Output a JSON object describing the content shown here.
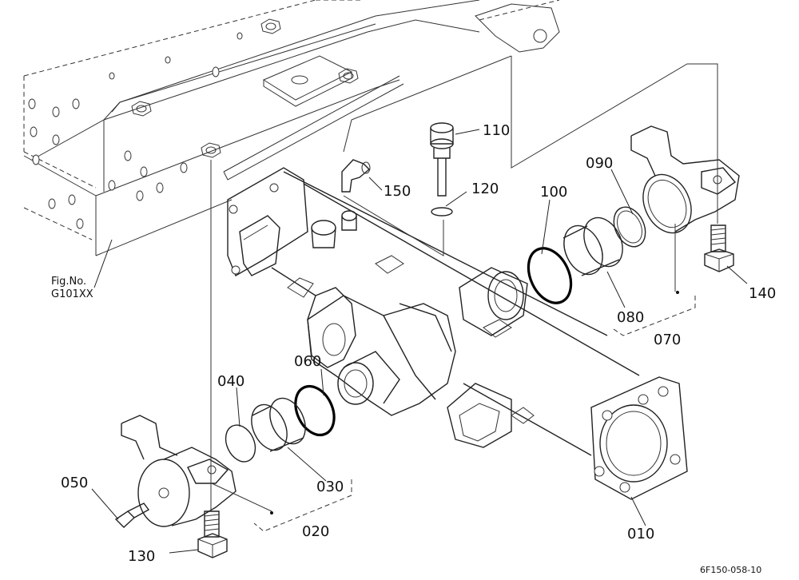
{
  "figure_reference": [
    "Fig.No.",
    "G101XX"
  ],
  "drawing_code": "6F150-058-10",
  "labels": {
    "p010": "010",
    "p020": "020",
    "p030": "030",
    "p040": "040",
    "p050": "050",
    "p060": "060",
    "p070": "070",
    "p080": "080",
    "p090": "090",
    "p100": "100",
    "p110": "110",
    "p120": "120",
    "p130": "130",
    "p140": "140",
    "p150": "150"
  }
}
